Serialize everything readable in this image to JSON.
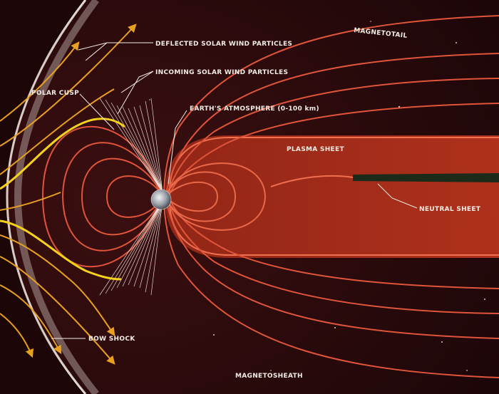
{
  "labels": {
    "magnetotail": "MAGNETOTAIL",
    "deflected": "DEFLECTED SOLAR WIND PARTICLES",
    "incoming": "INCOMING SOLAR WIND PARTICLES",
    "polar_cusp": "POLAR CUSP",
    "atmosphere": "EARTH'S ATMOSPHERE (0-100 km)",
    "plasma_sheet": "PLASMA SHEET",
    "neutral_sheet": "NEUTRAL SHEET",
    "bow_shock": "BOW SHOCK",
    "magnetosheath": "MAGNETOSHEATH"
  },
  "colors": {
    "background": "#2a0a0a",
    "bow_shock_glow": "#e8e0d8",
    "field_line": "#e0553a",
    "solar_wind": "#e8a020",
    "solar_wind_bright": "#f5d21c",
    "plasma": "#b4301c",
    "neutral_sheet": "#1c2a1a"
  }
}
